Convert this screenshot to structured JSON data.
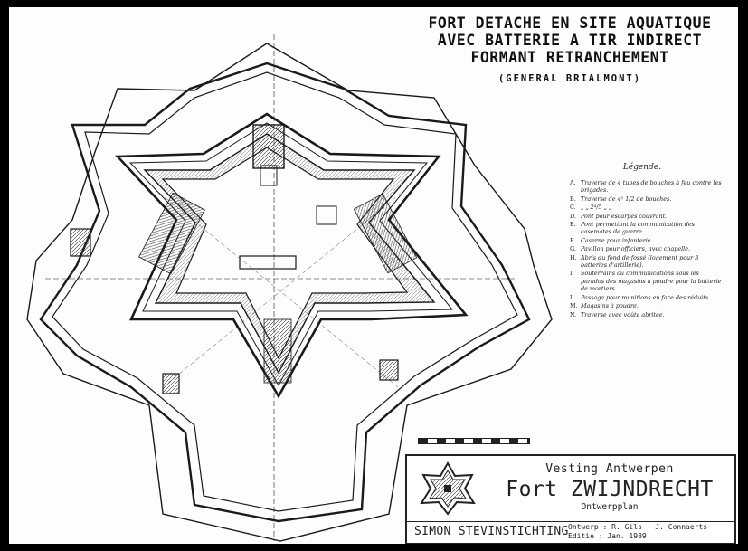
{
  "title": {
    "lines": [
      "FORT DETACHE EN SITE AQUATIQUE",
      "AVEC BATTERIE A TIR INDIRECT",
      "FORMANT RETRANCHEMENT"
    ],
    "subtitle": "(GENERAL BRIALMONT)"
  },
  "legend": {
    "heading": "Légende.",
    "items": [
      {
        "key": "A.",
        "text": "Traverse de 4 tubes de bouches à feu contre les brigades."
      },
      {
        "key": "B.",
        "text": "Traverse de 4² 1/2 de bouches."
      },
      {
        "key": "C.",
        "text": "„ „ 2⁴/5 „ „"
      },
      {
        "key": "D.",
        "text": "Pont pour escarpes couvrant."
      },
      {
        "key": "E.",
        "text": "Pont permettant la communication des casemates de guerre."
      },
      {
        "key": "F.",
        "text": "Caserne pour infanterie."
      },
      {
        "key": "G.",
        "text": "Pavillon pour officiers, avec chapelle."
      },
      {
        "key": "H.",
        "text": "Abris du fond de fossé (logement pour 3 batteries d'artillerie)."
      },
      {
        "key": "I.",
        "text": "Souterrains ou communications sous les parados des magasins à poudre pour la batterie de mortiers."
      },
      {
        "key": "L.",
        "text": "Passage pour munitions en face des réduits."
      },
      {
        "key": "M.",
        "text": "Magasins à poudre."
      },
      {
        "key": "N.",
        "text": "Traverse avec voûte abritée."
      }
    ]
  },
  "cartouche": {
    "organization": "Vesting Antwerpen",
    "fort_name": "Fort ZWIJNDRECHT",
    "plan_type": "Ontwerpplan",
    "foundation": "SIMON STEVINSTICHTING",
    "info_lines": [
      "Ontwerp : R. Gils - J. Connaerts",
      "Editie : Jan. 1989"
    ]
  },
  "colors": {
    "ink": "#1a1a1a",
    "paper": "#fdfdfd",
    "frame": "#000000"
  }
}
